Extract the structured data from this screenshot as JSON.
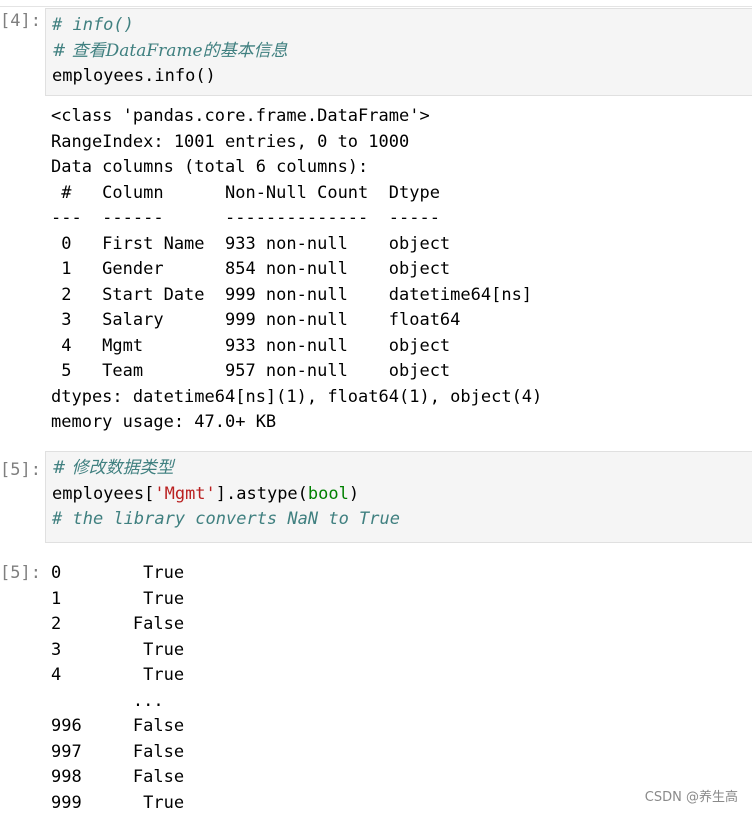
{
  "cells": {
    "cell4": {
      "prompt": "[4]:",
      "input_lines": [
        "# info()",
        "# 查看DataFrame的基本信息"
      ],
      "code_prefix": "employees.",
      "code_method": "info",
      "code_suffix": "()",
      "output_lines": [
        "<class 'pandas.core.frame.DataFrame'>",
        "RangeIndex: 1001 entries, 0 to 1000",
        "Data columns (total 6 columns):",
        " #   Column      Non-Null Count  Dtype",
        "---  ------      --------------  -----",
        " 0   First Name  933 non-null    object",
        " 1   Gender      854 non-null    object",
        " 2   Start Date  999 non-null    datetime64[ns]",
        " 3   Salary      999 non-null    float64",
        " 4   Mgmt        933 non-null    object",
        " 5   Team        957 non-null    object",
        "dtypes: datetime64[ns](1), float64(1), object(4)",
        "memory usage: 47.0+ KB"
      ]
    },
    "cell5": {
      "prompt": "[5]:",
      "input_comment_1": "# 修改数据类型",
      "code_part_1": "employees[",
      "code_string": "'Mgmt'",
      "code_part_2": "].astype(",
      "code_builtin": "bool",
      "code_part_3": ")",
      "input_comment_2": "# the library converts NaN to True",
      "output_prompt": "[5]:",
      "output_lines": [
        "0        True",
        "1        True",
        "2       False",
        "3        True",
        "4        True",
        "        ...",
        "996     False",
        "997     False",
        "998     False",
        "999      True"
      ]
    }
  },
  "watermark": "CSDN @养生高"
}
